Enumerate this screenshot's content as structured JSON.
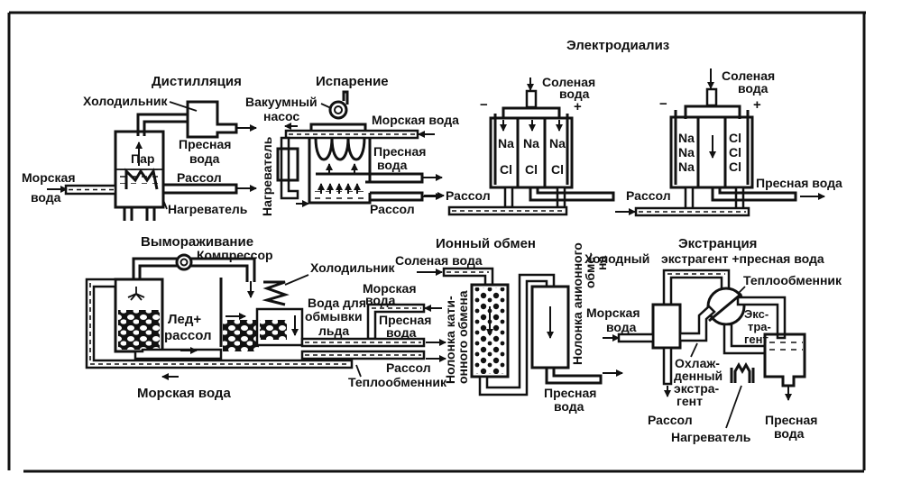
{
  "figure": {
    "distillation": {
      "title": "Дистилляция",
      "condenser": "Холодильник",
      "steam": "Пар",
      "sea_water": [
        "Морская",
        "вода"
      ],
      "fresh_water": [
        "Пресная",
        "вода"
      ],
      "brine": "Рассол",
      "heater": "Нагреватель"
    },
    "evaporation": {
      "title": "Испарение",
      "vacuum_pump": [
        "Вакуумный",
        "насос"
      ],
      "heater_vertical": "Нагреватель",
      "sea_water": "Морская вода",
      "fresh_water": [
        "Пресная",
        "вода"
      ],
      "brine": "Рассол"
    },
    "electrodialysis": {
      "title": "Электродиализ",
      "salt_water": [
        "Соленая",
        "вода"
      ],
      "minus": "−",
      "plus": "+",
      "na": "Na",
      "cl": "Cl",
      "brine": "Рассол",
      "fresh_water": "Пресная вода"
    },
    "freezing": {
      "title": "Вымораживание",
      "compressor": "Компрессор",
      "condenser": "Холодильник",
      "ice_brine": [
        "Лед+",
        "рассол"
      ],
      "wash_water": [
        "Вода для",
        "обмывки",
        "льда"
      ],
      "sea_water_right": [
        "Морская",
        "вода"
      ],
      "fresh_water": [
        "Пресная",
        "вода"
      ],
      "brine": "Рассол",
      "heat_exchanger": "Теплообменник",
      "sea_water_bottom": "Морская вода"
    },
    "ion_exchange": {
      "title": "Ионный обмен",
      "salt_water": "Соленая вода",
      "cation_column": [
        "Нолонка кати-",
        "онного обмена"
      ],
      "anion_column": [
        "Нолонка анионного",
        "обме-",
        "на"
      ],
      "fresh_water": [
        "Пресная",
        "вода"
      ]
    },
    "extraction": {
      "title": "Экстранция",
      "cold_extractant": "Холодный",
      "extractant_fresh": "экстрагент +пресная вода",
      "heat_exchanger": "Теплообменник",
      "extractant": [
        "Экс-",
        "тра-",
        "гент"
      ],
      "sea_water": [
        "Морская",
        "вода"
      ],
      "cooled_extractant": [
        "Охлаж-",
        "денный",
        "экстра-",
        "гент"
      ],
      "brine": "Рассол",
      "heater": "Нагреватель",
      "fresh_water": [
        "Пресная",
        "вода"
      ]
    }
  }
}
